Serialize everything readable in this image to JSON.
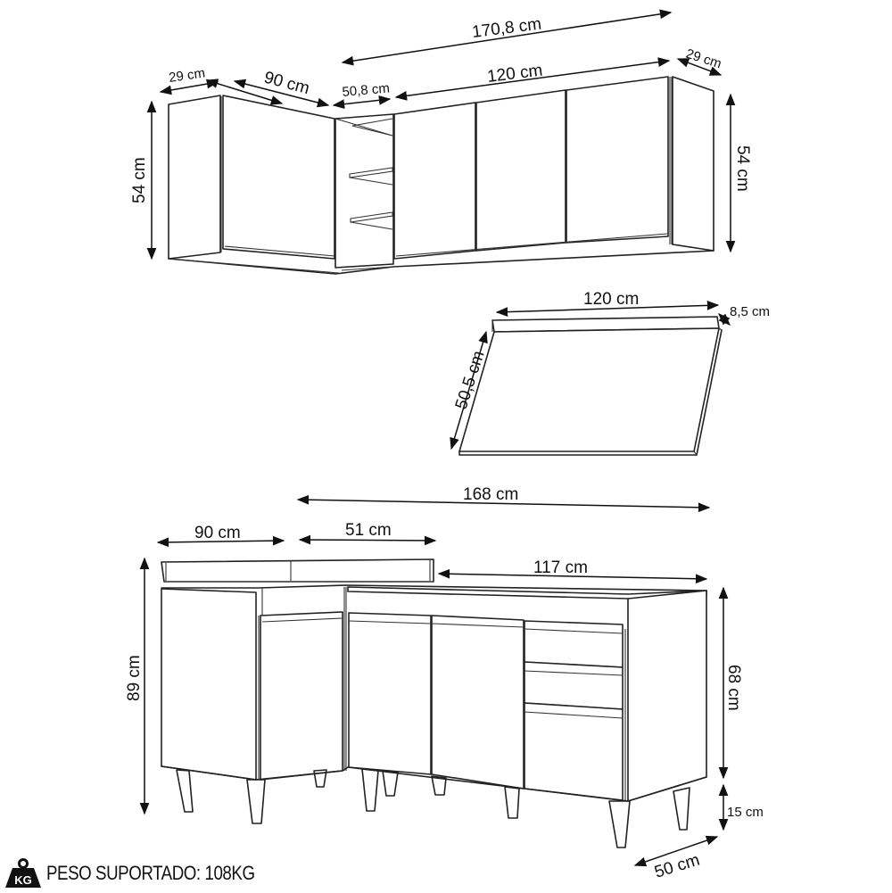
{
  "upper_cabinets": {
    "overall_width": "170,8 cm",
    "left_depth": "29 cm",
    "left_width": "90 cm",
    "corner_shelf_width": "50,8 cm",
    "right_width": "120 cm",
    "right_depth": "29 cm",
    "left_height": "54 cm",
    "right_height": "54 cm"
  },
  "countertop": {
    "width": "120 cm",
    "backsplash_height": "8,5 cm",
    "depth": "50,5 cm"
  },
  "lower_cabinets": {
    "overall_width": "168 cm",
    "left_width": "90 cm",
    "corner_width": "51 cm",
    "right_width": "117 cm",
    "total_height": "89 cm",
    "body_height": "68 cm",
    "leg_height": "15 cm",
    "depth": "50 cm"
  },
  "footer": {
    "icon": "kg-weight-icon",
    "icon_label": "KG",
    "text": "PESO SUPORTADO: 108KG"
  },
  "colors": {
    "line": "#222222",
    "background": "#ffffff",
    "icon_fill": "#111111"
  }
}
